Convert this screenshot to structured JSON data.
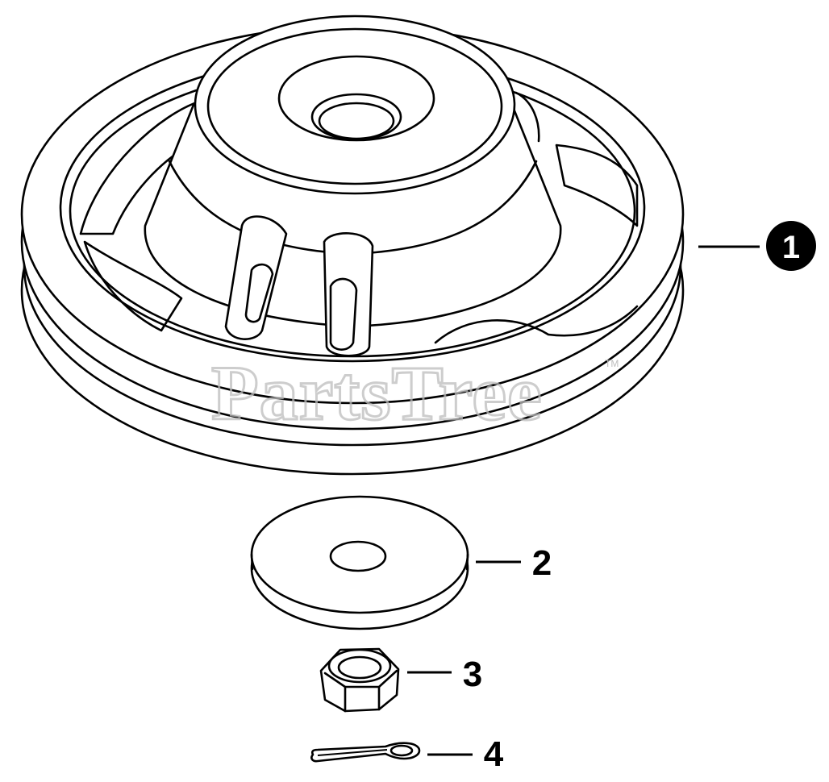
{
  "watermark": {
    "text": "PartsTree",
    "trademark": "TM"
  },
  "callouts": [
    {
      "number": "1",
      "part": "pulley"
    },
    {
      "number": "2",
      "part": "washer"
    },
    {
      "number": "3",
      "part": "nut"
    },
    {
      "number": "4",
      "part": "cotter-pin"
    }
  ],
  "colors": {
    "line": "#000000",
    "background": "#ffffff",
    "watermark": "#bdbdbd"
  }
}
